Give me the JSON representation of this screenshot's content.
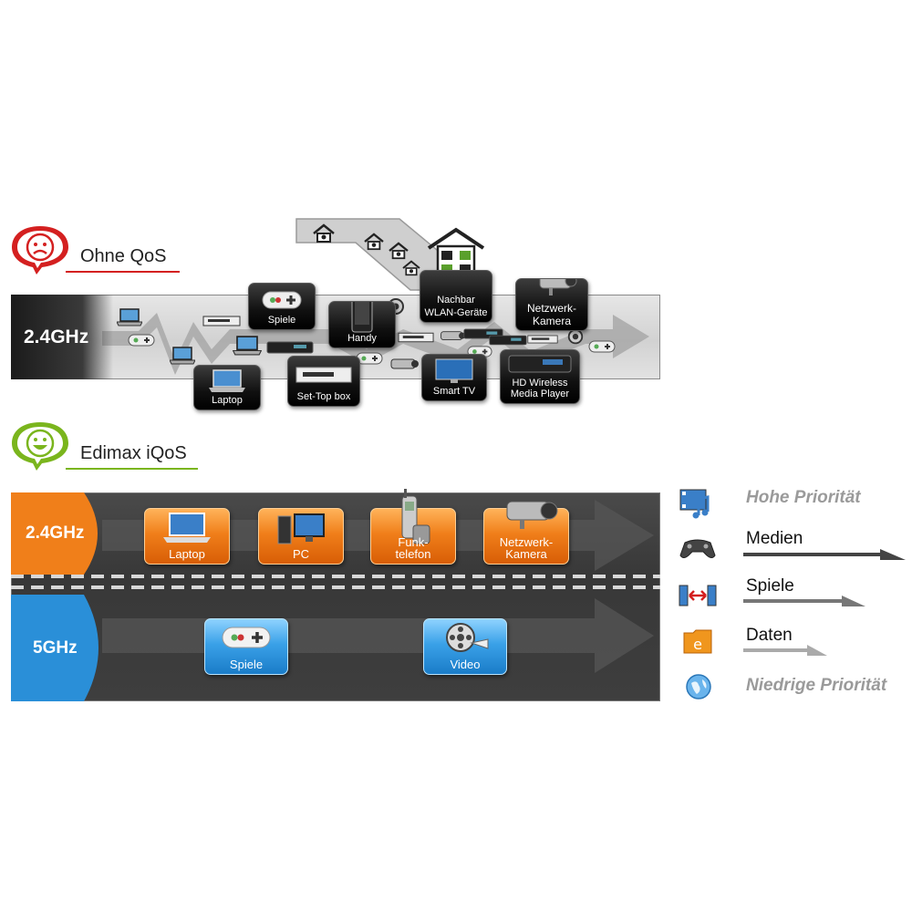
{
  "sections": {
    "without_qos": {
      "title": "Ohne QoS",
      "band": "2.4GHz",
      "devices": [
        {
          "label": "Laptop"
        },
        {
          "label": "Spiele"
        },
        {
          "label": "Set-Top box"
        },
        {
          "label": "Handy"
        },
        {
          "label": "Nachbar",
          "label2": "WLAN-Geräte"
        },
        {
          "label": "Smart TV"
        },
        {
          "label": "Netzwerk-",
          "label2": "Kamera"
        },
        {
          "label": "HD Wireless",
          "label2": "Media Player"
        }
      ]
    },
    "with_iqos": {
      "title": "Edimax iQoS",
      "band_24": "2.4GHz",
      "band_5": "5GHz",
      "devices_24": [
        {
          "label": "Laptop"
        },
        {
          "label": "PC"
        },
        {
          "label": "Funk-",
          "label2": "telefon"
        },
        {
          "label": "Netzwerk-",
          "label2": "Kamera"
        }
      ],
      "devices_5": [
        {
          "label": "Spiele"
        },
        {
          "label": "Video"
        }
      ]
    }
  },
  "legend": {
    "high": "Hohe Priorität",
    "items": [
      {
        "label": "Medien",
        "icon": "film-music-icon"
      },
      {
        "label": "Spiele",
        "icon": "gamepad-icon"
      },
      {
        "label": "Daten",
        "icon": "folder-icon"
      }
    ],
    "low": "Niedrige Priorität"
  },
  "colors": {
    "bad": "#d42020",
    "good": "#7ab51d",
    "orange": "#f07f1a",
    "blue": "#2a8fd8"
  }
}
